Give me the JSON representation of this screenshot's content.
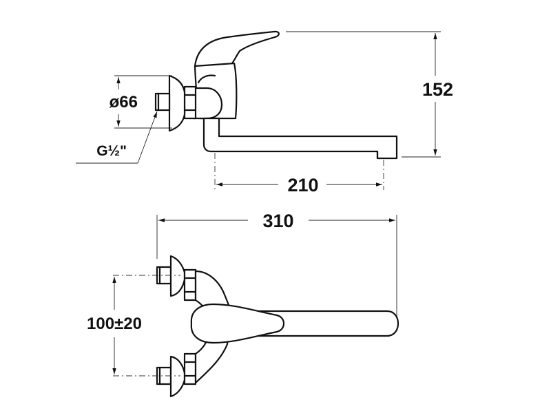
{
  "dimensions": {
    "height": "152",
    "flange_diameter": "ø66",
    "thread": "G½\"",
    "spout_reach": "210",
    "overall_length": "310",
    "center_distance": "100±20"
  }
}
